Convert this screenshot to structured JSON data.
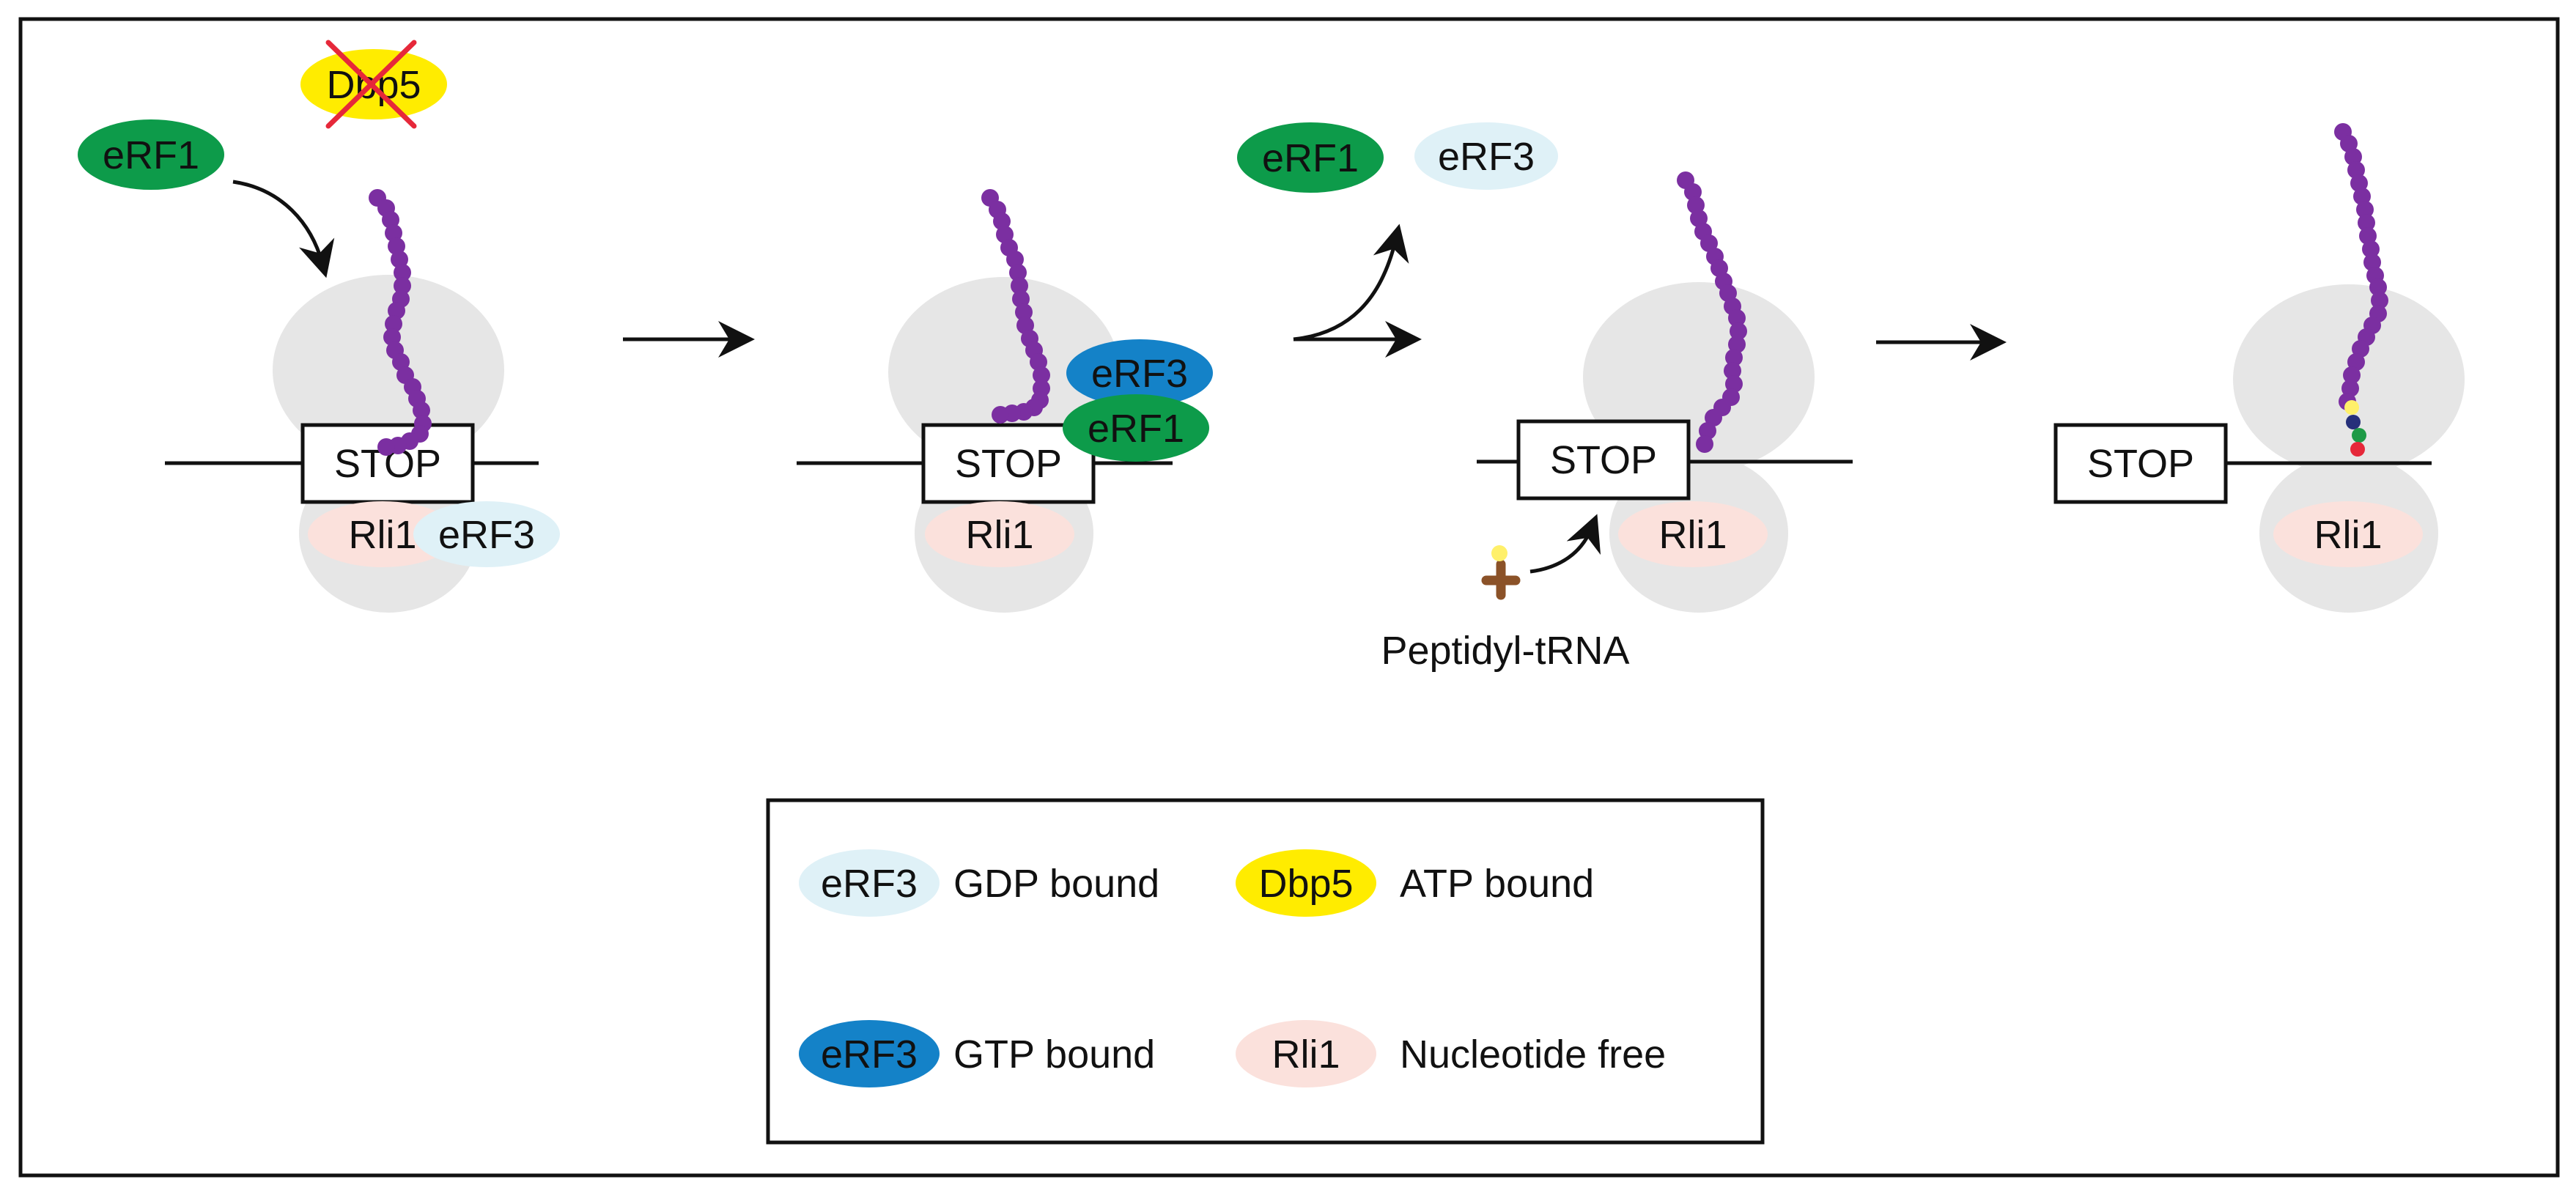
{
  "labels": {
    "erf1": "eRF1",
    "erf3": "eRF3",
    "dbp5": "Dbp5",
    "rli1": "Rli1",
    "stop": "STOP",
    "peptidyl_trna": "Peptidyl-tRNA"
  },
  "legend": {
    "items": [
      {
        "key": "eRF3",
        "description": "GDP bound"
      },
      {
        "key": "Dbp5",
        "description": "ATP bound"
      },
      {
        "key": "eRF3",
        "description": "GTP bound"
      },
      {
        "key": "Rli1",
        "description": "Nucleotide free"
      }
    ]
  },
  "colors": {
    "erf1": "#0d9b4a",
    "erf3_gdp": "#dff1f7",
    "erf3_gtp": "#1482c8",
    "dbp5": "#ffec00",
    "rli1": "#fbe1dc",
    "ribosome": "#e6e6e6",
    "peptide": "#7b2fa1",
    "cross": "#e6283a"
  }
}
